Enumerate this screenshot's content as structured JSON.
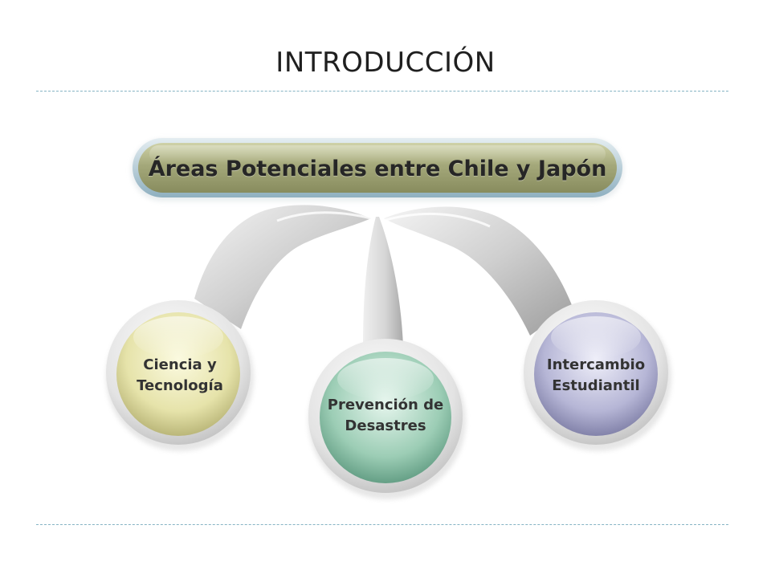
{
  "slide": {
    "title": "INTRODUCCIÓN"
  },
  "diagram": {
    "root": {
      "label": "Áreas Potenciales entre Chile y Japón",
      "color": "#a4a87a"
    },
    "nodes": [
      {
        "id": "ciencia",
        "label": "Ciencia y\nTecnología",
        "color": "#e6e3aa"
      },
      {
        "id": "prevencion",
        "label": "Prevención de\nDesastres",
        "color": "#9ccdb5"
      },
      {
        "id": "intercambio",
        "label": "Intercambio\nEstudiantil",
        "color": "#b6b6d6"
      }
    ],
    "connector_color": "#d0d0d0"
  }
}
